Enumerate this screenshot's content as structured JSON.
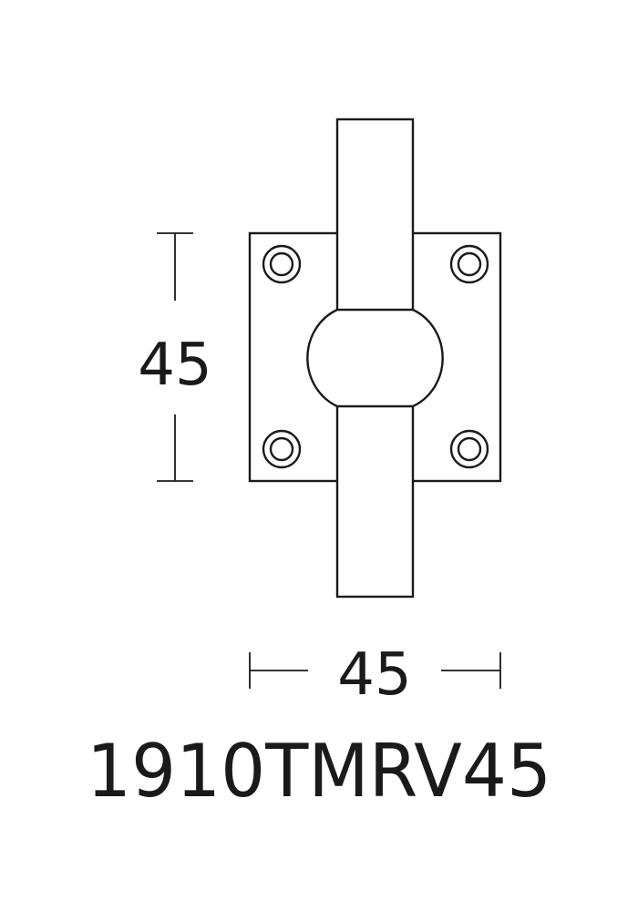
{
  "dimensions": {
    "height_label": "45",
    "width_label": "45"
  },
  "product": {
    "code": "1910TMRV45"
  },
  "colors": {
    "ink": "#1a1a1a",
    "background": "#ffffff"
  }
}
